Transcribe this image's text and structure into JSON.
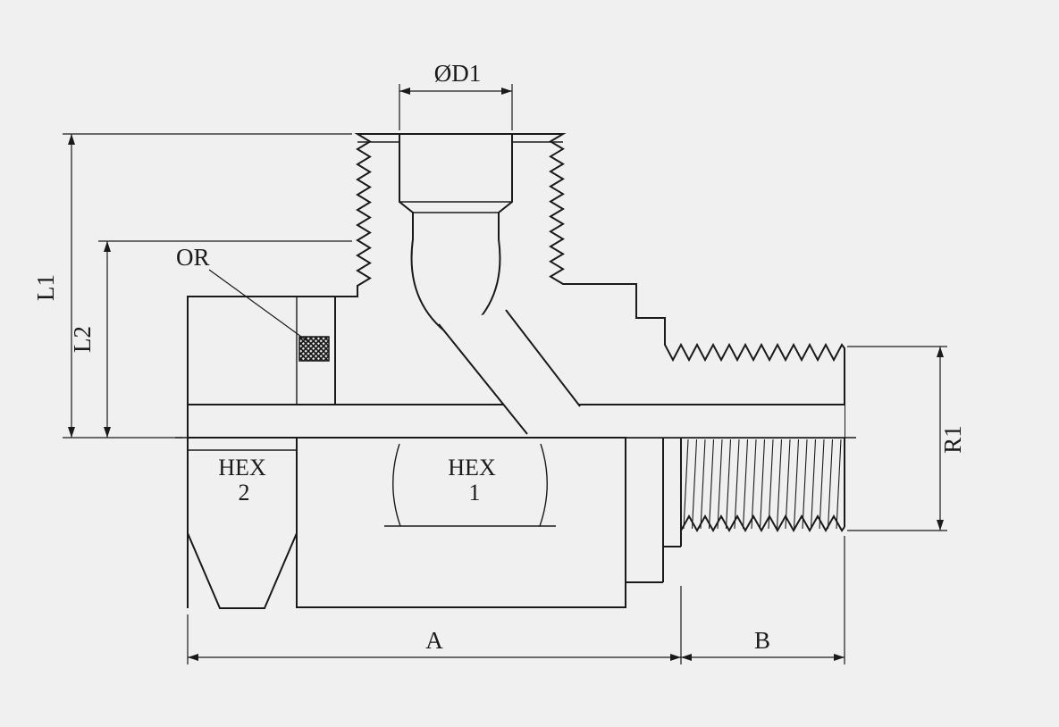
{
  "drawing": {
    "type": "technical-drawing",
    "view": "half-section",
    "subject": "threaded tee fitting with swivel nut, male stud and o-ring seal",
    "colors": {
      "background": "#f0f0f0",
      "line": "#1a1a1a"
    }
  },
  "labels": {
    "diameter_d1": "ØD1",
    "length_l1": "L1",
    "length_l2": "L2",
    "o_ring": "OR",
    "hex2_line1": "HEX",
    "hex2_line2": "2",
    "hex1_line1": "HEX",
    "hex1_line2": "1",
    "radius_r1": "R1",
    "length_a": "A",
    "length_b": "B"
  }
}
